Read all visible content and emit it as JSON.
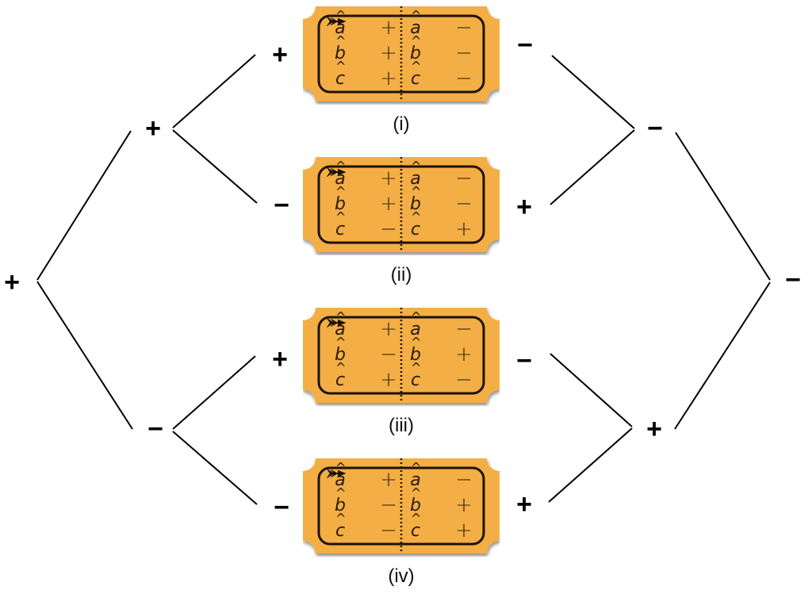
{
  "root_sign": "+",
  "final_sign": "−",
  "left_level1": [
    "+",
    "−"
  ],
  "left_level2": [
    "+",
    "−",
    "+",
    "−"
  ],
  "right_level2": [
    "−",
    "+",
    "−",
    "+"
  ],
  "right_level1": [
    "−",
    "+"
  ],
  "tickets": [
    {
      "label": "(i)",
      "left": [
        {
          "var": "a",
          "val": "+"
        },
        {
          "var": "b",
          "val": "+"
        },
        {
          "var": "c",
          "val": "+"
        }
      ],
      "right": [
        {
          "var": "a",
          "val": "−"
        },
        {
          "var": "b",
          "val": "−"
        },
        {
          "var": "c",
          "val": "−"
        }
      ]
    },
    {
      "label": "(ii)",
      "left": [
        {
          "var": "a",
          "val": "+"
        },
        {
          "var": "b",
          "val": "+"
        },
        {
          "var": "c",
          "val": "−"
        }
      ],
      "right": [
        {
          "var": "a",
          "val": "−"
        },
        {
          "var": "b",
          "val": "−"
        },
        {
          "var": "c",
          "val": "+"
        }
      ]
    },
    {
      "label": "(iii)",
      "left": [
        {
          "var": "a",
          "val": "+"
        },
        {
          "var": "b",
          "val": "−"
        },
        {
          "var": "c",
          "val": "+"
        }
      ],
      "right": [
        {
          "var": "a",
          "val": "−"
        },
        {
          "var": "b",
          "val": "+"
        },
        {
          "var": "c",
          "val": "−"
        }
      ]
    },
    {
      "label": "(iv)",
      "left": [
        {
          "var": "a",
          "val": "+"
        },
        {
          "var": "b",
          "val": "−"
        },
        {
          "var": "c",
          "val": "−"
        }
      ],
      "right": [
        {
          "var": "a",
          "val": "−"
        },
        {
          "var": "b",
          "val": "+"
        },
        {
          "var": "c",
          "val": "+"
        }
      ]
    }
  ],
  "colors": {
    "ticket_fill": "#F3AE45",
    "ticket_border": "#1c1208",
    "line": "#000000"
  }
}
